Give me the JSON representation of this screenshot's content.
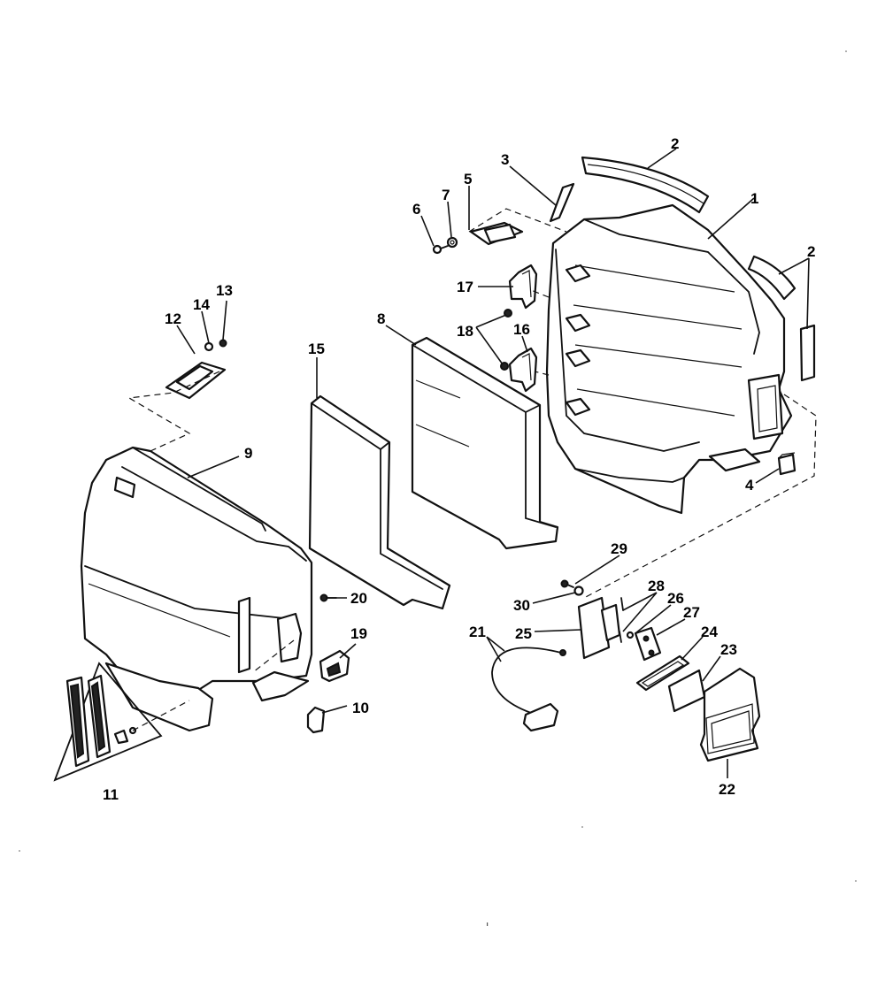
{
  "callouts": {
    "c1": "1",
    "c2a": "2",
    "c2b": "2",
    "c3": "3",
    "c4": "4",
    "c5": "5",
    "c6": "6",
    "c7": "7",
    "c8": "8",
    "c9": "9",
    "c10": "10",
    "c11": "11",
    "c12": "12",
    "c13": "13",
    "c14": "14",
    "c15": "15",
    "c16": "16",
    "c17": "17",
    "c18": "18",
    "c19": "19",
    "c20": "20",
    "c21": "21",
    "c22": "22",
    "c23": "23",
    "c24": "24",
    "c25": "25",
    "c26": "26",
    "c27": "27",
    "c28": "28",
    "c29": "29",
    "c30": "30"
  },
  "colors": {
    "line": "#111111",
    "background": "#ffffff"
  }
}
